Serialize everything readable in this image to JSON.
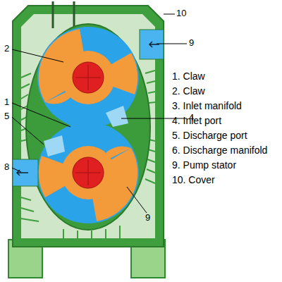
{
  "diagram": {
    "labels": [
      "2",
      "1",
      "5",
      "8",
      "10",
      "9",
      "4",
      "9",
      "1. Claw",
      "2. Claw",
      "3. Inlet manifold",
      "4. Inlet port",
      "5. Discharge port",
      "6. Discharge manifold",
      "9. Pump stator",
      "10. Cover"
    ]
  }
}
